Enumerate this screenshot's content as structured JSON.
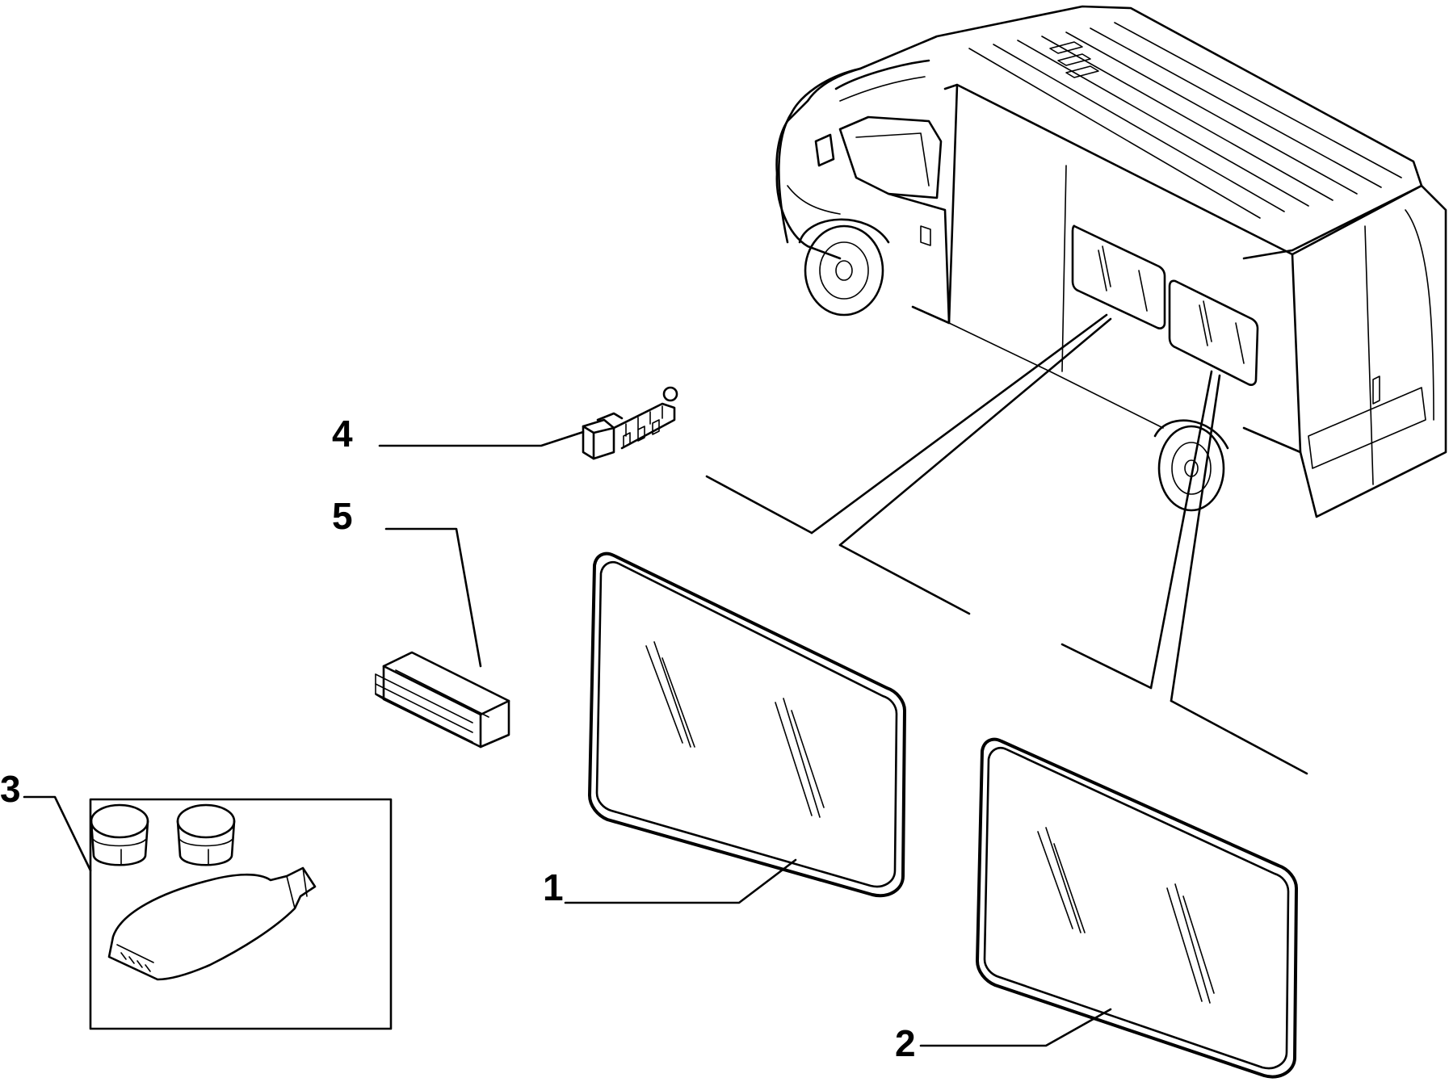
{
  "diagram": {
    "callouts": [
      {
        "id": "1",
        "label": "1"
      },
      {
        "id": "2",
        "label": "2"
      },
      {
        "id": "3",
        "label": "3"
      },
      {
        "id": "4",
        "label": "4"
      },
      {
        "id": "5",
        "label": "5"
      }
    ],
    "parts": [
      "van-illustration",
      "side-window-glass-front",
      "side-window-glass-rear",
      "adhesive-kit",
      "window-fastener-clip",
      "rubber-block"
    ],
    "colors": {
      "line": "#000000",
      "background": "#ffffff"
    }
  }
}
